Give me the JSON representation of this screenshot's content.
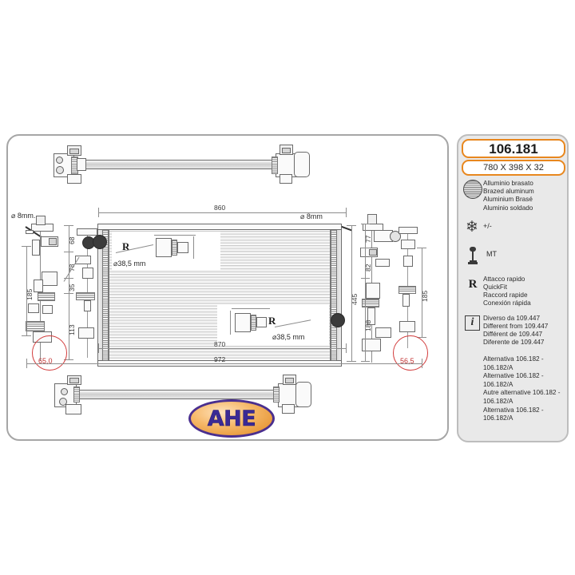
{
  "product": {
    "code": "106.181",
    "dimensions": "780 X 398 X 32"
  },
  "specs": [
    {
      "icon": "brazed-aluminum-icon",
      "lines": [
        "Alluminio brasato",
        "Brazed aluminum",
        "Aluminium Brasé",
        "Aluminio soldado"
      ]
    },
    {
      "icon": "air-conditioning-icon",
      "lines": [
        "+/-"
      ]
    },
    {
      "icon": "manual-transmission-icon",
      "lines": [
        "MT"
      ]
    },
    {
      "icon": "quickfit-r-icon",
      "lines": [
        "Attacco rapido",
        "QuickFit",
        "Raccord rapide",
        "Conexión rápida"
      ]
    },
    {
      "icon": "info-icon",
      "lines": [
        "Diverso da 109.447",
        "Different from 109.447",
        "Différent de  109.447",
        "Diferente de  109.447"
      ]
    }
  ],
  "alternatives": [
    "Alternativa 106.182 -",
    "106.182/A",
    "Alternative 106.182 -",
    "106.182/A",
    "Autre alternative 106.182 -",
    "106.182/A",
    "Alternativa 106.182 -",
    "106.182/A"
  ],
  "drawing": {
    "brand": "AHE",
    "dimensions": {
      "top_width": "860",
      "bottom_width": "870",
      "overall_width": "972",
      "left_total_height": "185",
      "left_seg_1": "68",
      "left_seg_2": "78",
      "left_seg_3": "35",
      "left_seg_4": "113",
      "right_total_height": "445",
      "right_seg_1": "77",
      "right_seg_2": "82",
      "right_seg_3": "188",
      "right_side_height": "185"
    },
    "callouts": {
      "bolt_left": "⌀ 8mm.",
      "bolt_right": "⌀ 8mm",
      "port_upper_label": "R",
      "port_upper_diameter": "⌀38,5 mm",
      "port_lower_label": "R",
      "port_lower_diameter": "⌀38,5 mm",
      "highlight_left": "65,0",
      "highlight_right": "56,5"
    }
  }
}
